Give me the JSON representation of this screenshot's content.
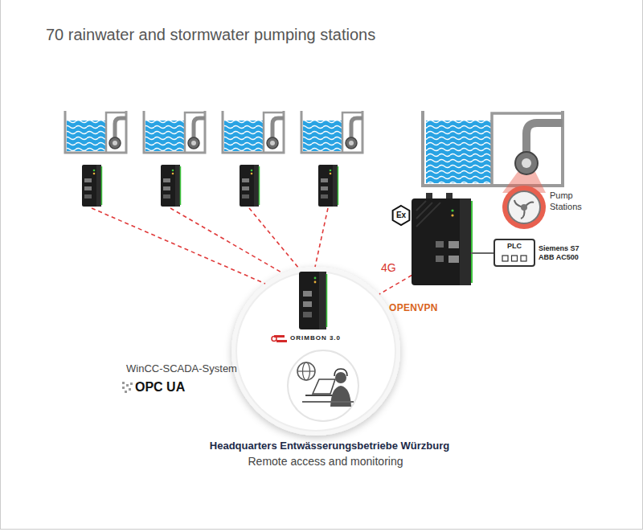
{
  "diagram": {
    "title": "70 rainwater and stormwater pumping stations",
    "nodes": [
      {
        "text": [
          "PLC"
        ]
      }
    ],
    "labels": [
      "Ex",
      "4G",
      "OPENVPN",
      "Pump Stations",
      "Siemens S7 ABB AC500",
      "ORIMBON 3.0",
      "WinCC-SCADA-System",
      "OPC UA",
      "Headquarters Entwässerungsbetriebe Würzburg",
      "Remote access and monitoring"
    ]
  }
}
